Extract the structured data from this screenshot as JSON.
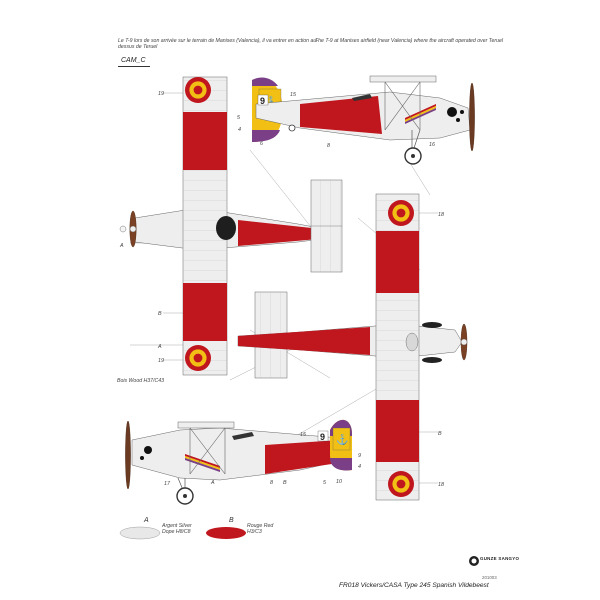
{
  "captions": {
    "french": "Le T-9 lors de son arrivée sur le terrain de Manises (Valencia), il va entrer en action au-dessus de Teruel",
    "english": "The T-9 at Manises airfield (near Valencia) where the aircraft operated over Teruel"
  },
  "camo_label": "CAM_C",
  "aircraft_code": "T-9",
  "fin_number": "9",
  "callouts": {
    "c19a": "19",
    "c15a": "15",
    "c5a": "5",
    "c4a": "4",
    "c6": "6",
    "c8a": "8",
    "c16": "16",
    "a1": "A",
    "b1": "B",
    "a2": "A",
    "c19b": "19",
    "c18a": "18",
    "b2": "B",
    "c18b": "18",
    "c15b": "15",
    "c9": "9",
    "c4b": "4",
    "c10": "10",
    "c17": "17",
    "a3": "A",
    "c8b": "8",
    "b3": "B",
    "c5b": "5"
  },
  "wood_note": "Bois Wood H37/C43",
  "swatches": [
    {
      "letter": "A",
      "label": "Argent Silver Dope H8/C8",
      "color": "#e8e8e8"
    },
    {
      "letter": "B",
      "label": "Rouge Red H3/C3",
      "color": "#c0161d"
    }
  ],
  "brand": "GUNZE SANGYO",
  "item_code": "201003",
  "footer_title": "FR018 Vickers/CASA Type 245 Spanish Vildebeest",
  "colors": {
    "red": "#c0161d",
    "silver": "#e6e6e6",
    "yellow": "#f2c014",
    "purple": "#7a3f86",
    "wood": "#6a3b22"
  }
}
